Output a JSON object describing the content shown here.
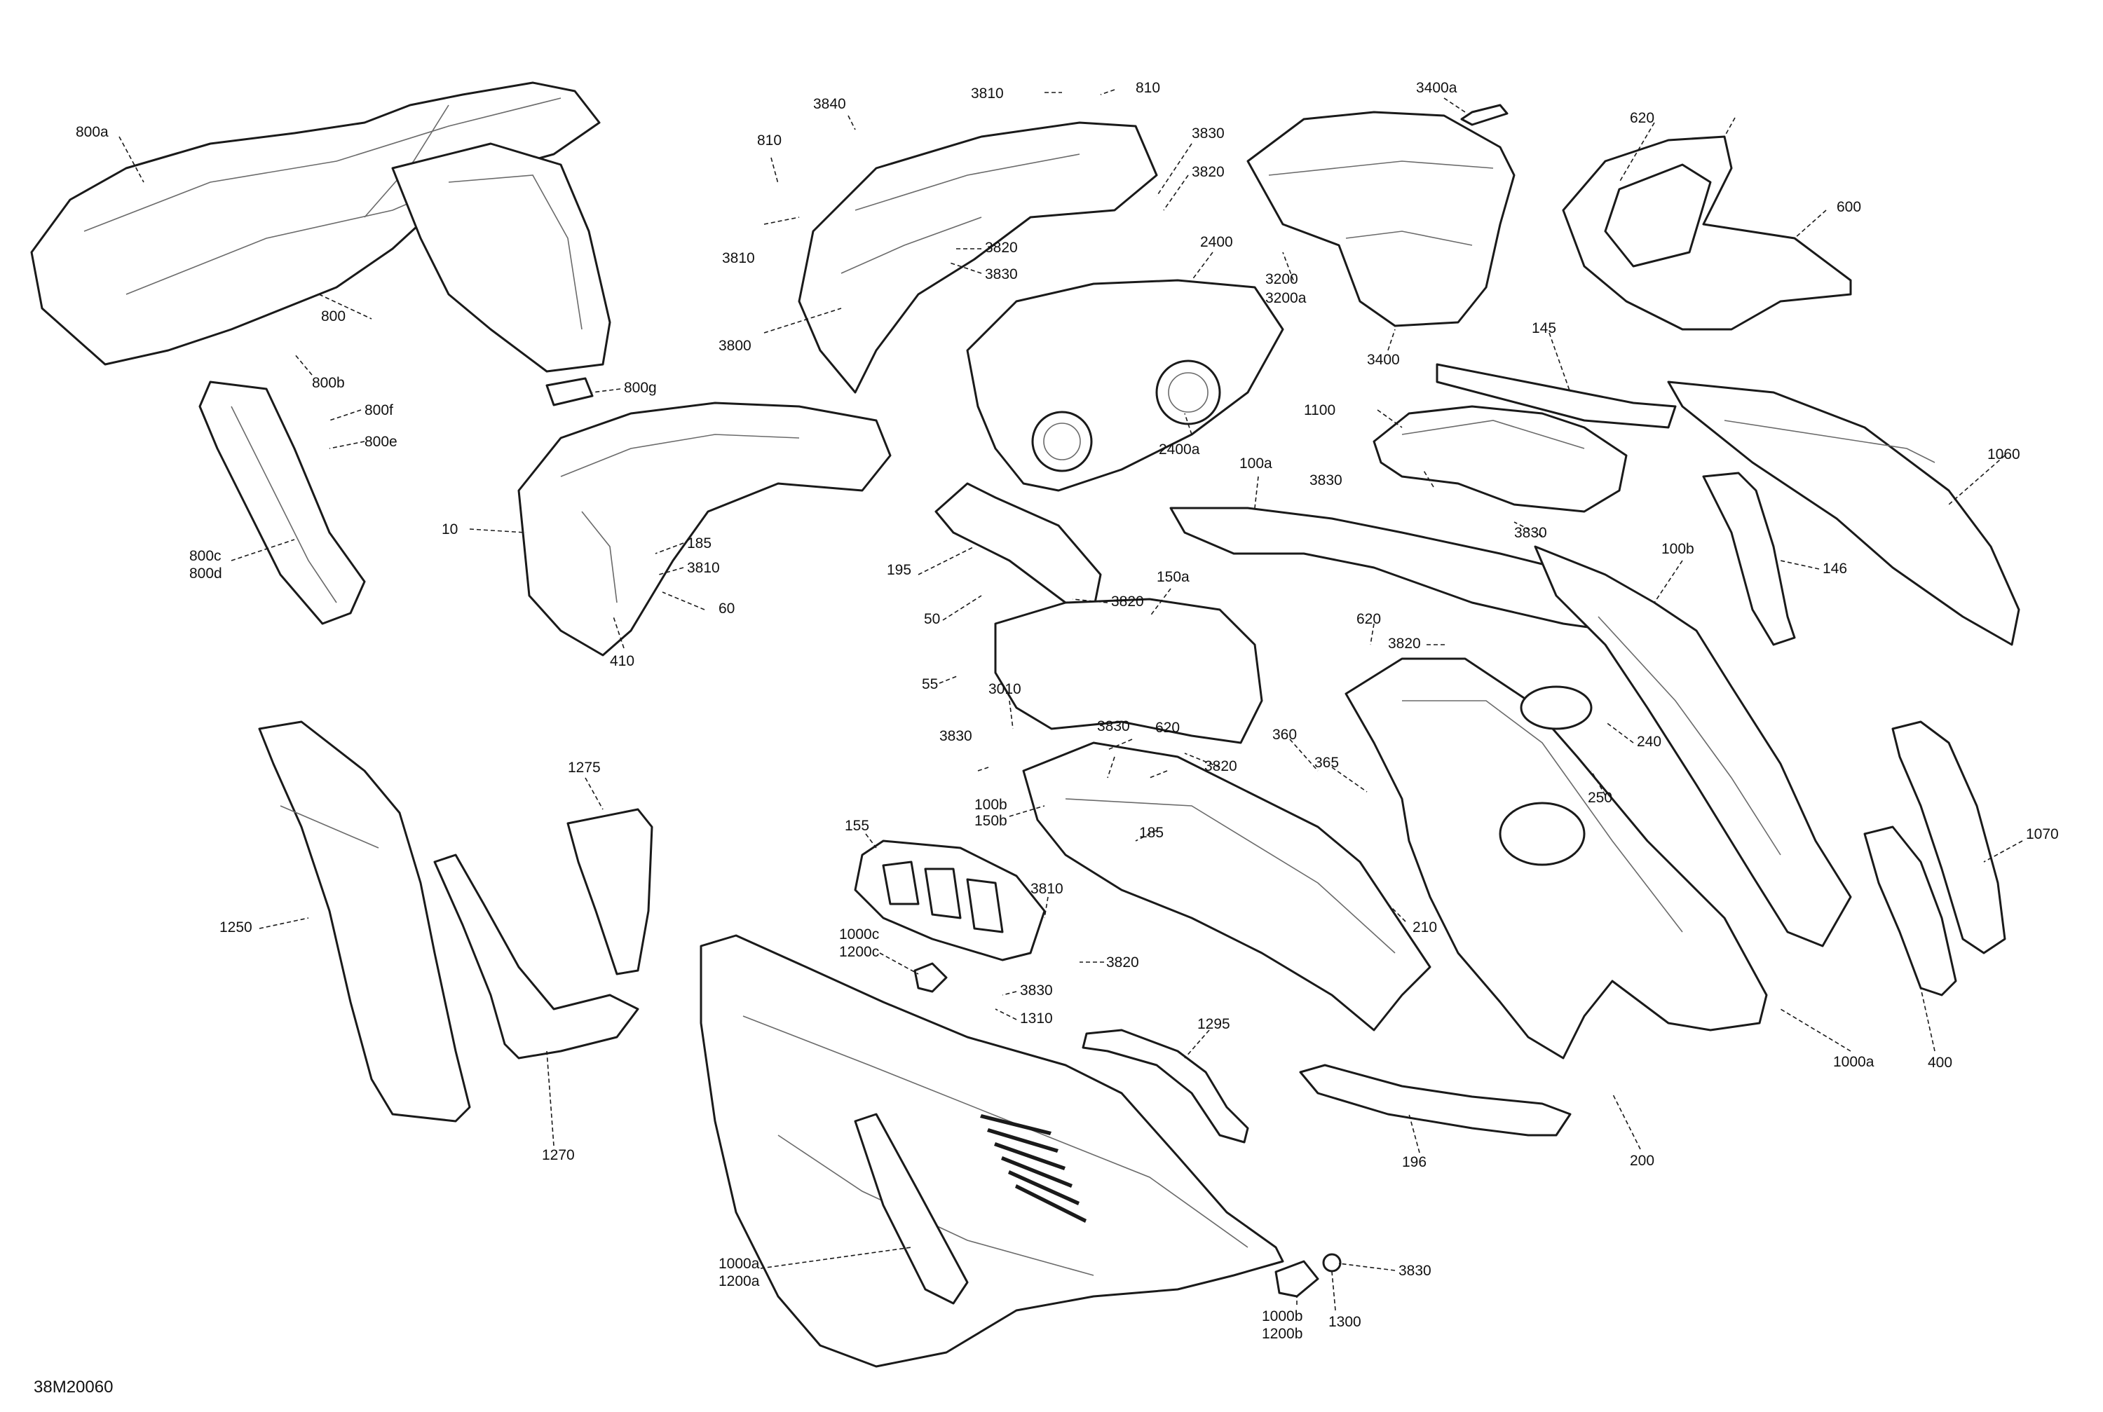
{
  "diagram": {
    "code": "38M20060",
    "callouts": [
      "800a",
      "800",
      "800b",
      "800g",
      "800f",
      "800e",
      "800c",
      "800d",
      "10",
      "185",
      "3810",
      "60",
      "410",
      "3840",
      "810",
      "3810",
      "810",
      "3830",
      "3820",
      "3810",
      "3820",
      "3830",
      "3800",
      "2400",
      "3200",
      "3200a",
      "2400a",
      "3400a",
      "3400",
      "620",
      "600",
      "145",
      "1100",
      "3830",
      "3830",
      "100a",
      "1060",
      "195",
      "3820",
      "150a",
      "50",
      "55",
      "146",
      "100b",
      "620",
      "3820",
      "3010",
      "3830",
      "3830",
      "620",
      "3820",
      "360",
      "365",
      "240",
      "250",
      "100b",
      "150b",
      "185",
      "155",
      "3810",
      "1000c",
      "1200c",
      "3820",
      "3830",
      "1310",
      "210",
      "1070",
      "1275",
      "1250",
      "1270",
      "1295",
      "1000a",
      "400",
      "196",
      "200",
      "1000a",
      "1200a",
      "3830",
      "1000b",
      "1200b",
      "1300"
    ]
  }
}
